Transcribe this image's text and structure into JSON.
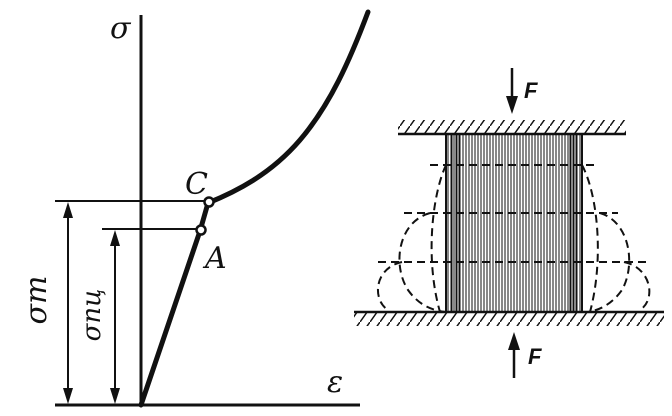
{
  "diagram": {
    "stress_axis_label": "σ",
    "strain_axis_label": "ε",
    "point_c_label": "C",
    "point_a_label": "A",
    "yield_stress_label": "σт",
    "proportional_limit_label": "σпц",
    "force_top_label": "F",
    "force_bottom_label": "F"
  },
  "colors": {
    "ink": "#111111",
    "background": "#ffffff"
  }
}
